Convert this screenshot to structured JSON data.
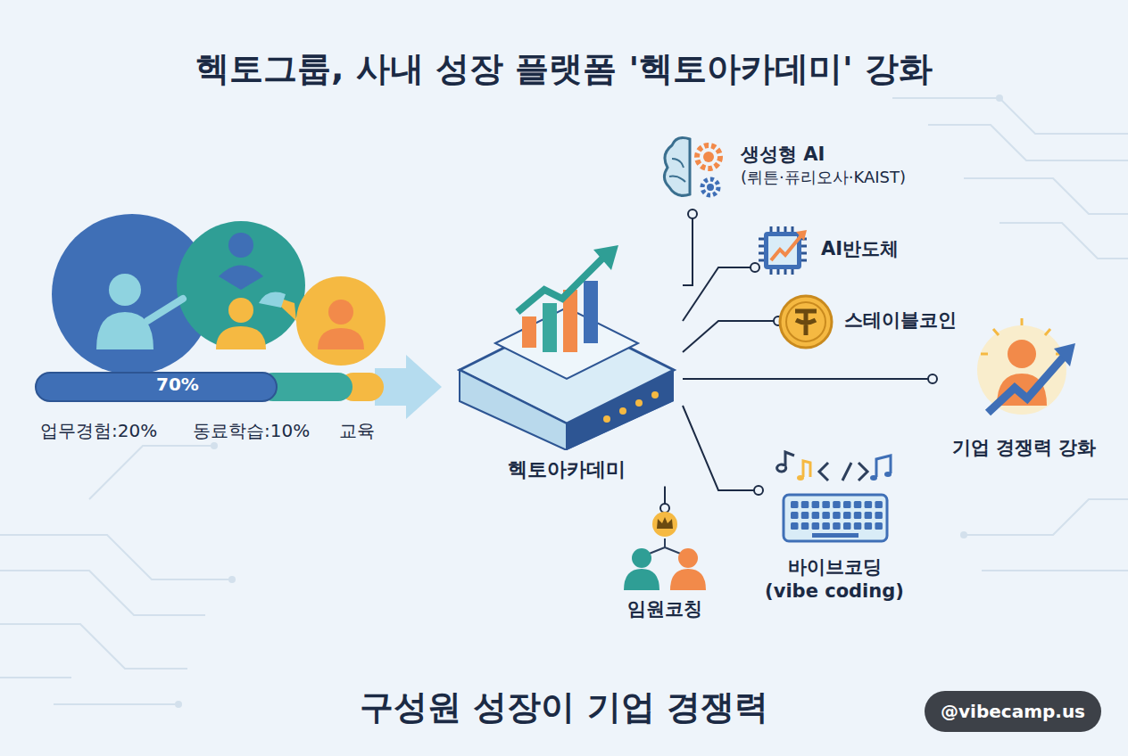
{
  "diagram": {
    "title": "헥토그룹, 사내 성장 플랫폼 '헥토아카데미' 강화",
    "caption": "구성원 성장이 기업 경쟁력",
    "nodes": [
      {
        "text": [
          "헥토아카데미"
        ]
      },
      {
        "text": [
          "생성형 AI",
          "(뤼튼·퓨리오사·KAIST)"
        ]
      },
      {
        "text": [
          "AI반도체"
        ]
      },
      {
        "text": [
          "스테이블코인"
        ]
      },
      {
        "text": [
          "기업 경쟁력 강화"
        ]
      },
      {
        "text": [
          "바이브코딩",
          "(vibe coding)"
        ]
      },
      {
        "text": [
          "임원코칭"
        ]
      }
    ],
    "edges": [
      {
        "from": 0,
        "to": 1,
        "arrow": "none"
      },
      {
        "from": 0,
        "to": 2,
        "arrow": "none"
      },
      {
        "from": 0,
        "to": 3,
        "arrow": "none"
      },
      {
        "from": 0,
        "to": 4,
        "arrow": "none"
      },
      {
        "from": 0,
        "to": 5,
        "arrow": "none"
      },
      {
        "from": 0,
        "to": 6,
        "arrow": "none"
      }
    ],
    "labels": [
      "70%",
      "업무경험:20%",
      "동료학습:10%",
      "교육",
      "@vibecamp.us"
    ]
  }
}
